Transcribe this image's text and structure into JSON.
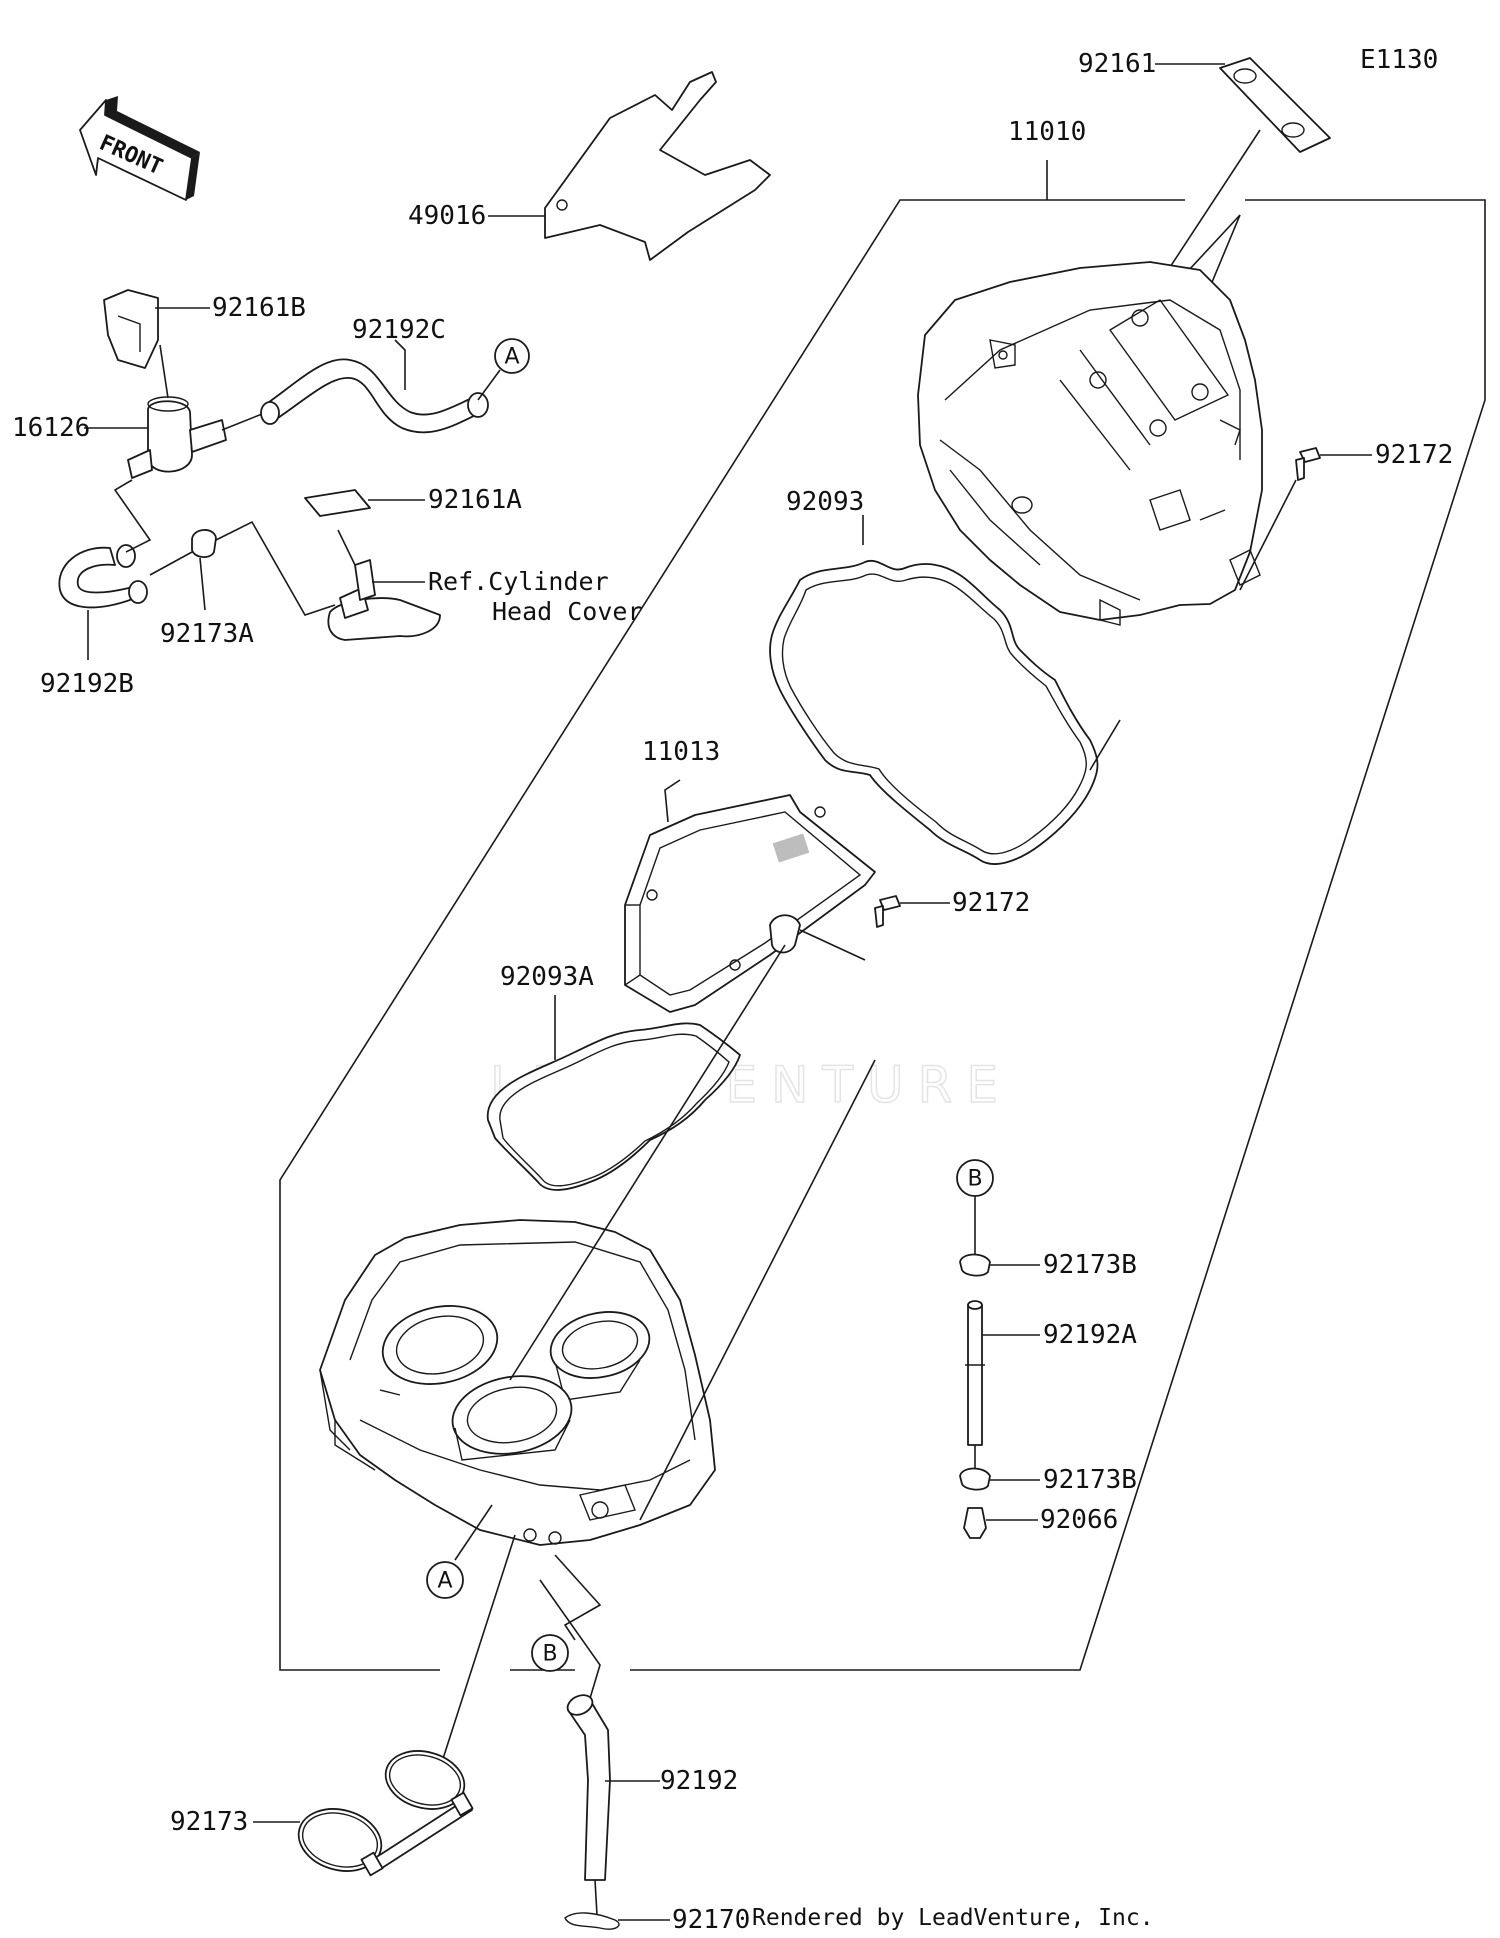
{
  "figure_code": "E1130",
  "front_label": "FRONT",
  "watermark": "LEADVENTURE",
  "footer_credit": "Rendered by LeadVenture, Inc.",
  "callouts": {
    "a": "A",
    "b": "B"
  },
  "reference_note": {
    "line1": "Ref.Cylinder",
    "line2": "Head Cover"
  },
  "parts": {
    "p92161": "92161",
    "p11010": "11010",
    "p49016": "49016",
    "p92161B": "92161B",
    "p92192C": "92192C",
    "p16126": "16126",
    "p92161A": "92161A",
    "p92173A": "92173A",
    "p92192B": "92192B",
    "p92172_top": "92172",
    "p92093": "92093",
    "p11013": "11013",
    "p92172_mid": "92172",
    "p92093A": "92093A",
    "p92173B_top": "92173B",
    "p92192A": "92192A",
    "p92173B_bottom": "92173B",
    "p92066": "92066",
    "p92192": "92192",
    "p92173": "92173",
    "p92170": "92170"
  }
}
